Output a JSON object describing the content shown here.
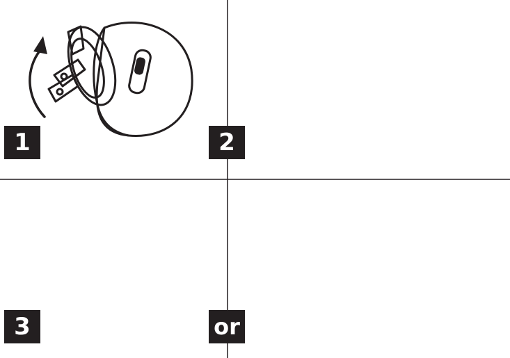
{
  "steps": {
    "one": "1",
    "two": "2",
    "three": "3",
    "alt": "or"
  },
  "colors": {
    "ink": "#231f20",
    "paper": "#ffffff"
  },
  "icons": {
    "rotate_arrow": "curved-arrow-up-icon",
    "insert_arrow": "arrow-left-icon"
  }
}
